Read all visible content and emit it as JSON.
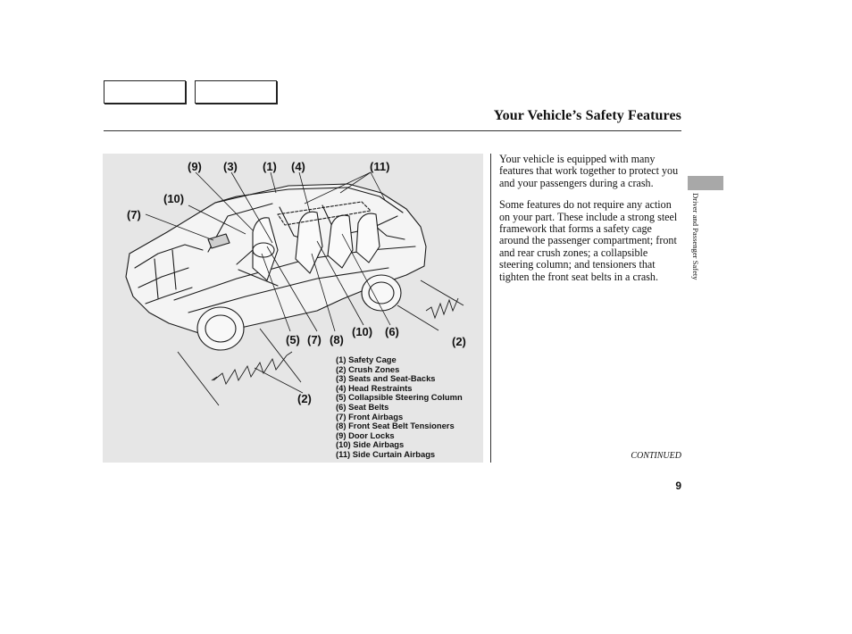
{
  "header": {
    "title": "Your Vehicle’s Safety Features"
  },
  "figure": {
    "callouts": {
      "c9": "(9)",
      "c3": "(3)",
      "c1": "(1)",
      "c4": "(4)",
      "c11": "(11)",
      "c10_top": "(10)",
      "c7_left": "(7)",
      "c5": "(5)",
      "c7_bottom": "(7)",
      "c8": "(8)",
      "c10_bottom": "(10)",
      "c6": "(6)",
      "c2_right": "(2)",
      "c2_bottom": "(2)"
    },
    "legend": [
      "(1) Safety Cage",
      "(2) Crush Zones",
      "(3) Seats and Seat-Backs",
      "(4) Head Restraints",
      "(5) Collapsible Steering Column",
      "(6) Seat Belts",
      "(7) Front Airbags",
      "(8) Front Seat Belt Tensioners",
      "(9) Door Locks",
      "(10) Side Airbags",
      "(11) Side Curtain Airbags"
    ]
  },
  "body": {
    "paragraphs": [
      "Your vehicle is equipped with many features that work together to protect you and your passengers during a crash.",
      "Some features do not require any action on your part. These include a strong steel framework that forms a safety cage around the passenger compartment; front and rear crush zones; a collapsible steering column; and tensioners that tighten the front seat belts in a crash."
    ]
  },
  "sidebar": {
    "section_label": "Driver and Passenger Safety"
  },
  "footer": {
    "continued": "CONTINUED",
    "page_number": "9"
  },
  "colors": {
    "figure_background": "#e6e6e6",
    "section_tab": "#a8a8a8",
    "text": "#111111"
  }
}
